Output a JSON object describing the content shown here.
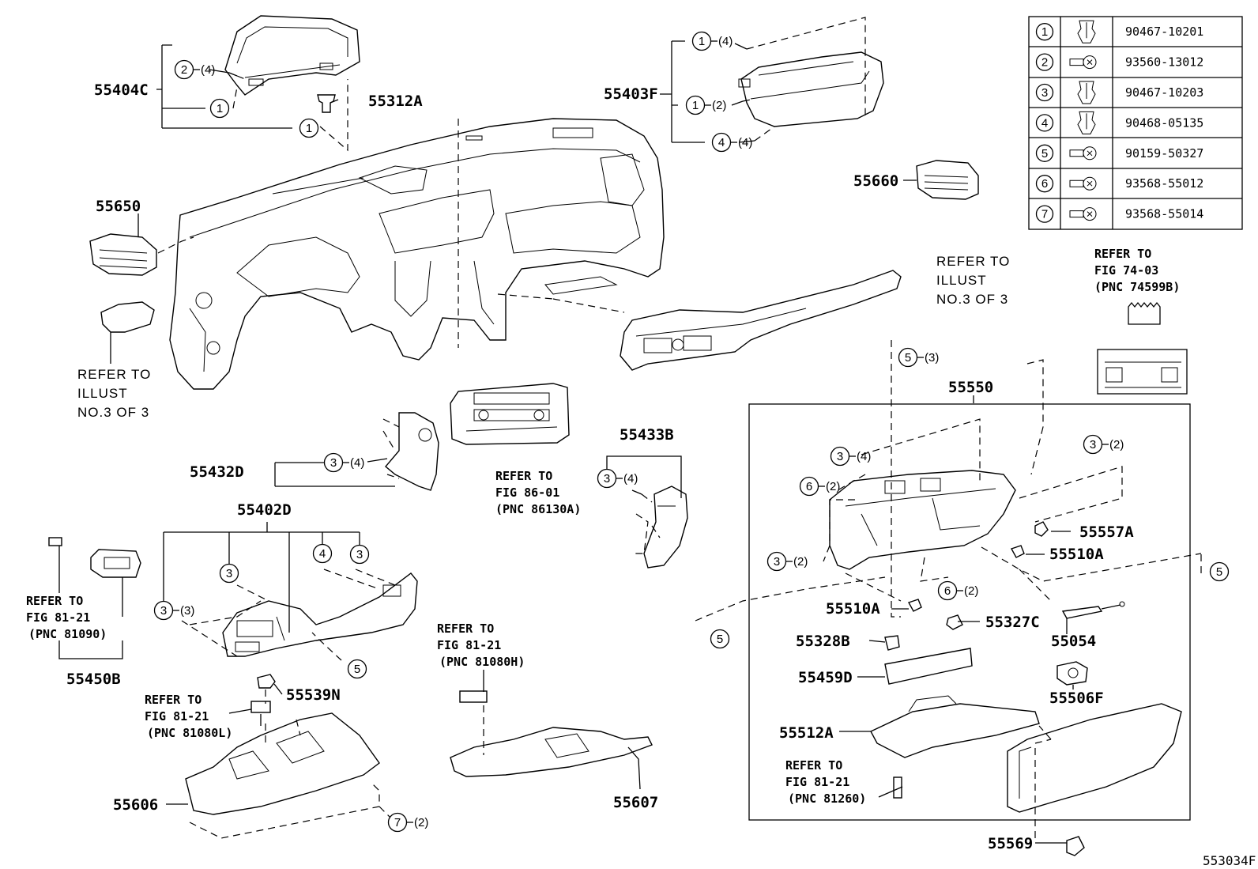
{
  "diagram": {
    "figure_code": "553034F",
    "fastener_table": [
      {
        "num": "1",
        "part": "90467-10201",
        "icon": "clip-icon"
      },
      {
        "num": "2",
        "part": "93560-13012",
        "icon": "screw-icon"
      },
      {
        "num": "3",
        "part": "90467-10203",
        "icon": "clip-icon"
      },
      {
        "num": "4",
        "part": "90468-05135",
        "icon": "clip-icon"
      },
      {
        "num": "5",
        "part": "90159-50327",
        "icon": "screw-icon"
      },
      {
        "num": "6",
        "part": "93568-55012",
        "icon": "screw-icon"
      },
      {
        "num": "7",
        "part": "93568-55014",
        "icon": "screw-icon"
      }
    ],
    "part_labels": {
      "p55404C": "55404C",
      "p55312A": "55312A",
      "p55403F": "55403F",
      "p55660": "55660",
      "p55650": "55650",
      "p55550": "55550",
      "p55432D": "55432D",
      "p55433B": "55433B",
      "p55402D": "55402D",
      "p55450B": "55450B",
      "p55539N": "55539N",
      "p55606": "55606",
      "p55607": "55607",
      "p55557A": "55557A",
      "p55510A_r": "55510A",
      "p55510A_l": "55510A",
      "p55327C": "55327C",
      "p55328B": "55328B",
      "p55054": "55054",
      "p55459D": "55459D",
      "p55506F": "55506F",
      "p55512A": "55512A",
      "p55569": "55569"
    },
    "refs": {
      "ref_74_03": [
        "REFER TO",
        "FIG 74-03",
        "(PNC 74599B)"
      ],
      "ref_illust_right": [
        "REFER TO",
        "ILLUST",
        "NO.3 OF 3"
      ],
      "ref_illust_left": [
        "REFER TO",
        "ILLUST",
        "NO.3 OF 3"
      ],
      "ref_86_01": [
        "REFER TO",
        "FIG 86-01",
        "(PNC 86130A)"
      ],
      "ref_81_21_a": [
        "REFER TO",
        "FIG 81-21",
        "(PNC 81090)"
      ],
      "ref_81_21_b": [
        "REFER TO",
        "FIG 81-21",
        "(PNC 81080H)"
      ],
      "ref_81_21_c": [
        "REFER TO",
        "FIG 81-21",
        "(PNC 81080L)"
      ],
      "ref_81_21_d": [
        "REFER TO",
        "FIG 81-21",
        "(PNC 81260)"
      ]
    },
    "callouts": {
      "c1a": {
        "num": "1",
        "qty": "(4)"
      },
      "c1b": {
        "num": "1",
        "qty": "(2)"
      },
      "c4a": {
        "num": "4",
        "qty": "(4)"
      },
      "c2a": {
        "num": "2",
        "qty": "(4)"
      },
      "c1c": {
        "num": "1",
        "qty": ""
      },
      "c1d": {
        "num": "1",
        "qty": ""
      },
      "c5a": {
        "num": "5",
        "qty": "(3)"
      },
      "c3a": {
        "num": "3",
        "qty": "(4)"
      },
      "c3b": {
        "num": "3",
        "qty": "(2)"
      },
      "c6a": {
        "num": "6",
        "qty": "(2)"
      },
      "c3c": {
        "num": "3",
        "qty": "(2)"
      },
      "c6b": {
        "num": "6",
        "qty": "(2)"
      },
      "c5b": {
        "num": "5",
        "qty": ""
      },
      "c5c": {
        "num": "5",
        "qty": ""
      },
      "c3d": {
        "num": "3",
        "qty": "(4)"
      },
      "c3e": {
        "num": "3",
        "qty": "(4)"
      },
      "c3f": {
        "num": "3",
        "qty": ""
      },
      "c4b": {
        "num": "4",
        "qty": ""
      },
      "c3g": {
        "num": "3",
        "qty": ""
      },
      "c3h": {
        "num": "3",
        "qty": "(3)"
      },
      "c5d": {
        "num": "5",
        "qty": ""
      },
      "c7a": {
        "num": "7",
        "qty": "(2)"
      }
    }
  }
}
